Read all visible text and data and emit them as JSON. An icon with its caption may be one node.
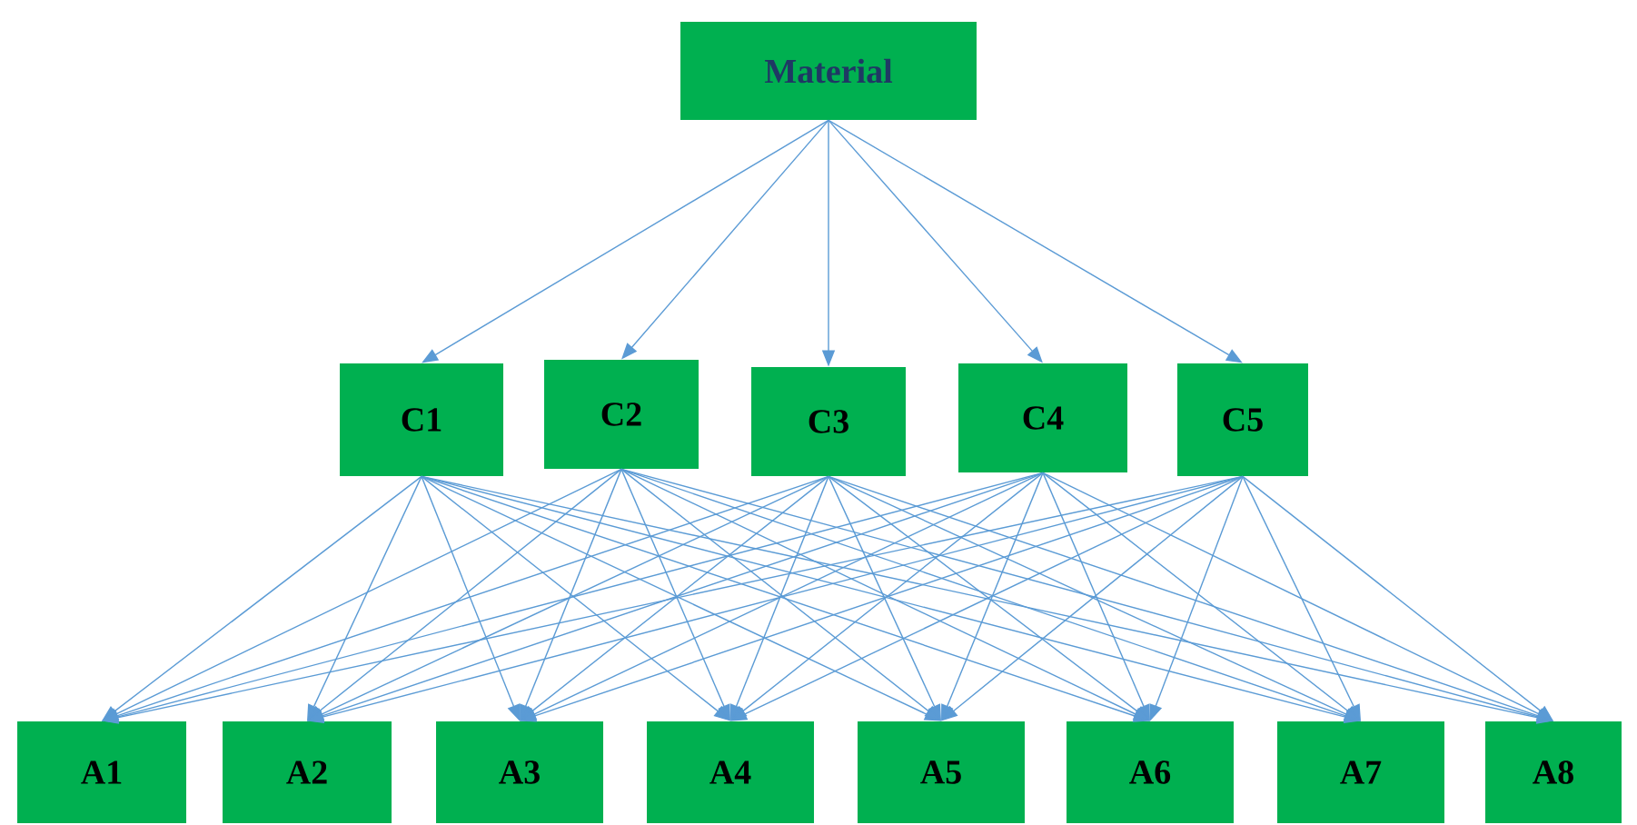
{
  "diagram": {
    "nodes": [
      {
        "text": [
          "Material"
        ]
      },
      {
        "text": [
          "C1"
        ]
      },
      {
        "text": [
          "C2"
        ]
      },
      {
        "text": [
          "C3"
        ]
      },
      {
        "text": [
          "C4"
        ]
      },
      {
        "text": [
          "C5"
        ]
      },
      {
        "text": [
          "A1"
        ]
      },
      {
        "text": [
          "A2"
        ]
      },
      {
        "text": [
          "A3"
        ]
      },
      {
        "text": [
          "A4"
        ]
      },
      {
        "text": [
          "A5"
        ]
      },
      {
        "text": [
          "A6"
        ]
      },
      {
        "text": [
          "A7"
        ]
      },
      {
        "text": [
          "A8"
        ]
      }
    ],
    "edges": [
      {
        "from": 0,
        "to": 1,
        "arrow": "to"
      },
      {
        "from": 0,
        "to": 2,
        "arrow": "to"
      },
      {
        "from": 0,
        "to": 3,
        "arrow": "to"
      },
      {
        "from": 0,
        "to": 4,
        "arrow": "to"
      },
      {
        "from": 0,
        "to": 5,
        "arrow": "to"
      },
      {
        "from": 1,
        "to": 6,
        "arrow": "to"
      },
      {
        "from": 1,
        "to": 7,
        "arrow": "to"
      },
      {
        "from": 1,
        "to": 8,
        "arrow": "to"
      },
      {
        "from": 1,
        "to": 9,
        "arrow": "to"
      },
      {
        "from": 1,
        "to": 10,
        "arrow": "to"
      },
      {
        "from": 1,
        "to": 11,
        "arrow": "to"
      },
      {
        "from": 1,
        "to": 12,
        "arrow": "to"
      },
      {
        "from": 1,
        "to": 13,
        "arrow": "to"
      },
      {
        "from": 2,
        "to": 6,
        "arrow": "to"
      },
      {
        "from": 2,
        "to": 7,
        "arrow": "to"
      },
      {
        "from": 2,
        "to": 8,
        "arrow": "to"
      },
      {
        "from": 2,
        "to": 9,
        "arrow": "to"
      },
      {
        "from": 2,
        "to": 10,
        "arrow": "to"
      },
      {
        "from": 2,
        "to": 11,
        "arrow": "to"
      },
      {
        "from": 2,
        "to": 12,
        "arrow": "to"
      },
      {
        "from": 2,
        "to": 13,
        "arrow": "to"
      },
      {
        "from": 3,
        "to": 6,
        "arrow": "to"
      },
      {
        "from": 3,
        "to": 7,
        "arrow": "to"
      },
      {
        "from": 3,
        "to": 8,
        "arrow": "to"
      },
      {
        "from": 3,
        "to": 9,
        "arrow": "to"
      },
      {
        "from": 3,
        "to": 10,
        "arrow": "to"
      },
      {
        "from": 3,
        "to": 11,
        "arrow": "to"
      },
      {
        "from": 3,
        "to": 12,
        "arrow": "to"
      },
      {
        "from": 3,
        "to": 13,
        "arrow": "to"
      },
      {
        "from": 4,
        "to": 6,
        "arrow": "to"
      },
      {
        "from": 4,
        "to": 7,
        "arrow": "to"
      },
      {
        "from": 4,
        "to": 8,
        "arrow": "to"
      },
      {
        "from": 4,
        "to": 9,
        "arrow": "to"
      },
      {
        "from": 4,
        "to": 10,
        "arrow": "to"
      },
      {
        "from": 4,
        "to": 11,
        "arrow": "to"
      },
      {
        "from": 4,
        "to": 12,
        "arrow": "to"
      },
      {
        "from": 4,
        "to": 13,
        "arrow": "to"
      },
      {
        "from": 5,
        "to": 6,
        "arrow": "to"
      },
      {
        "from": 5,
        "to": 7,
        "arrow": "to"
      },
      {
        "from": 5,
        "to": 8,
        "arrow": "to"
      },
      {
        "from": 5,
        "to": 9,
        "arrow": "to"
      },
      {
        "from": 5,
        "to": 10,
        "arrow": "to"
      },
      {
        "from": 5,
        "to": 11,
        "arrow": "to"
      },
      {
        "from": 5,
        "to": 12,
        "arrow": "to"
      },
      {
        "from": 5,
        "to": 13,
        "arrow": "to"
      }
    ]
  }
}
